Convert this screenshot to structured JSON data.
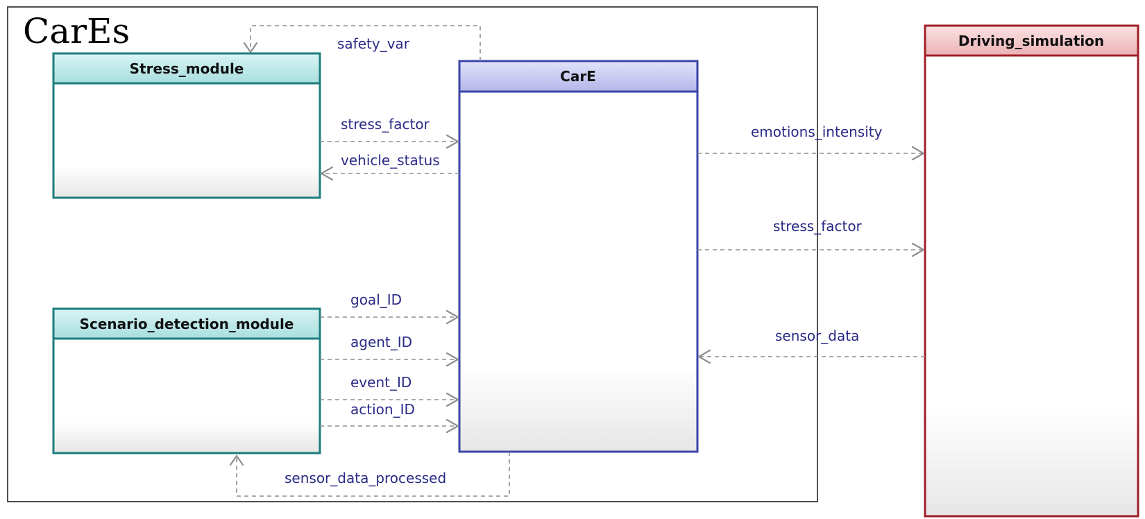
{
  "system": {
    "title": "CarEs"
  },
  "blocks": {
    "stress_module": {
      "title": "Stress_module",
      "color": "#1e7c7c",
      "header_color": "#bfe9e9"
    },
    "scenario_detection_module": {
      "title": "Scenario_detection_module",
      "color": "#1e7c7c",
      "header_color": "#bfe9e9"
    },
    "care": {
      "title": "CarE",
      "color": "#3a44a8",
      "header_color": "#c9caf0"
    },
    "driving_simulation": {
      "title": "Driving_simulation",
      "color": "#a01e28",
      "header_color": "#f3c9cc"
    }
  },
  "connections": {
    "safety_var": "safety_var",
    "stress_factor_internal": "stress_factor",
    "vehicle_status": "vehicle_status",
    "goal_id": "goal_ID",
    "agent_id": "agent_ID",
    "event_id": "event_ID",
    "action_id": "action_ID",
    "sensor_data_processed": "sensor_data_processed",
    "emotions_intensity": "emotions_intensity",
    "stress_factor_external": "stress_factor",
    "sensor_data": "sensor_data"
  }
}
